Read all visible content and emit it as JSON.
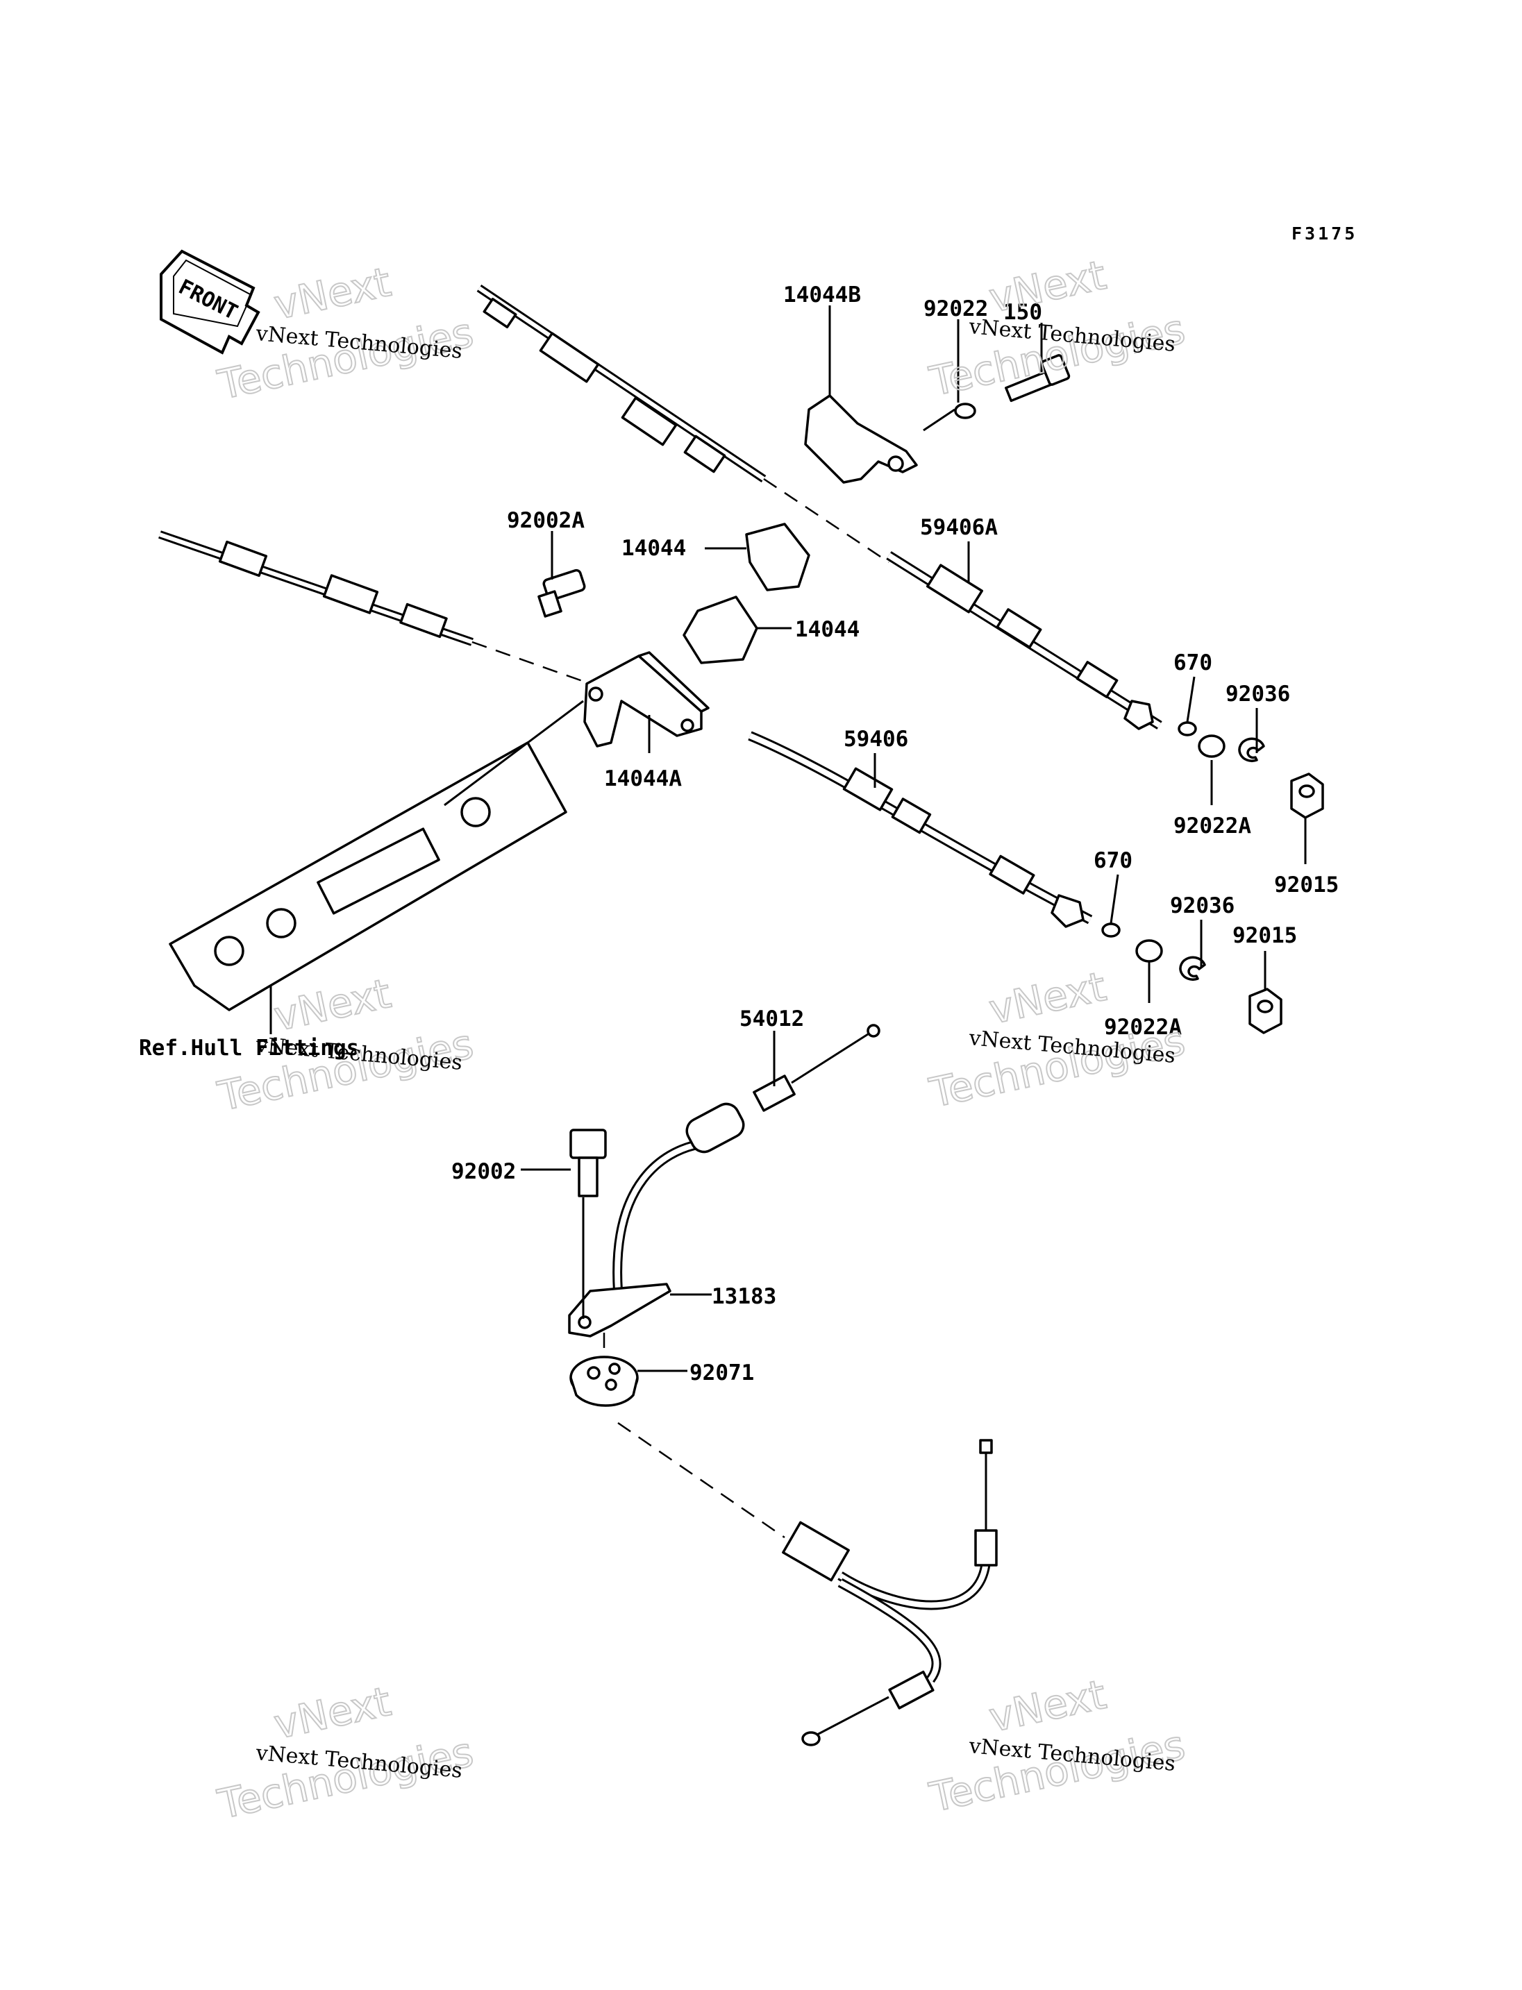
{
  "diagram": {
    "figure_code": "F3175",
    "front_label": "FRONT",
    "reference_label": "Ref.Hull Fittings",
    "watermark_line1": "vNext Technologies",
    "watermark_line2": "vNext",
    "watermark_line3": "Technologies",
    "parts": [
      {
        "id": "p-14044B",
        "label": "14044B"
      },
      {
        "id": "p-92022",
        "label": "92022"
      },
      {
        "id": "p-150",
        "label": "150"
      },
      {
        "id": "p-92002A",
        "label": "92002A"
      },
      {
        "id": "p-14044-a",
        "label": "14044"
      },
      {
        "id": "p-14044-b",
        "label": "14044"
      },
      {
        "id": "p-59406A",
        "label": "59406A"
      },
      {
        "id": "p-670-a",
        "label": "670"
      },
      {
        "id": "p-92036-a",
        "label": "92036"
      },
      {
        "id": "p-14044A",
        "label": "14044A"
      },
      {
        "id": "p-59406",
        "label": "59406"
      },
      {
        "id": "p-92022A-a",
        "label": "92022A"
      },
      {
        "id": "p-92015-a",
        "label": "92015"
      },
      {
        "id": "p-670-b",
        "label": "670"
      },
      {
        "id": "p-92036-b",
        "label": "92036"
      },
      {
        "id": "p-92015-b",
        "label": "92015"
      },
      {
        "id": "p-92022A-b",
        "label": "92022A"
      },
      {
        "id": "p-54012",
        "label": "54012"
      },
      {
        "id": "p-92002",
        "label": "92002"
      },
      {
        "id": "p-13183",
        "label": "13183"
      },
      {
        "id": "p-92071",
        "label": "92071"
      }
    ]
  }
}
